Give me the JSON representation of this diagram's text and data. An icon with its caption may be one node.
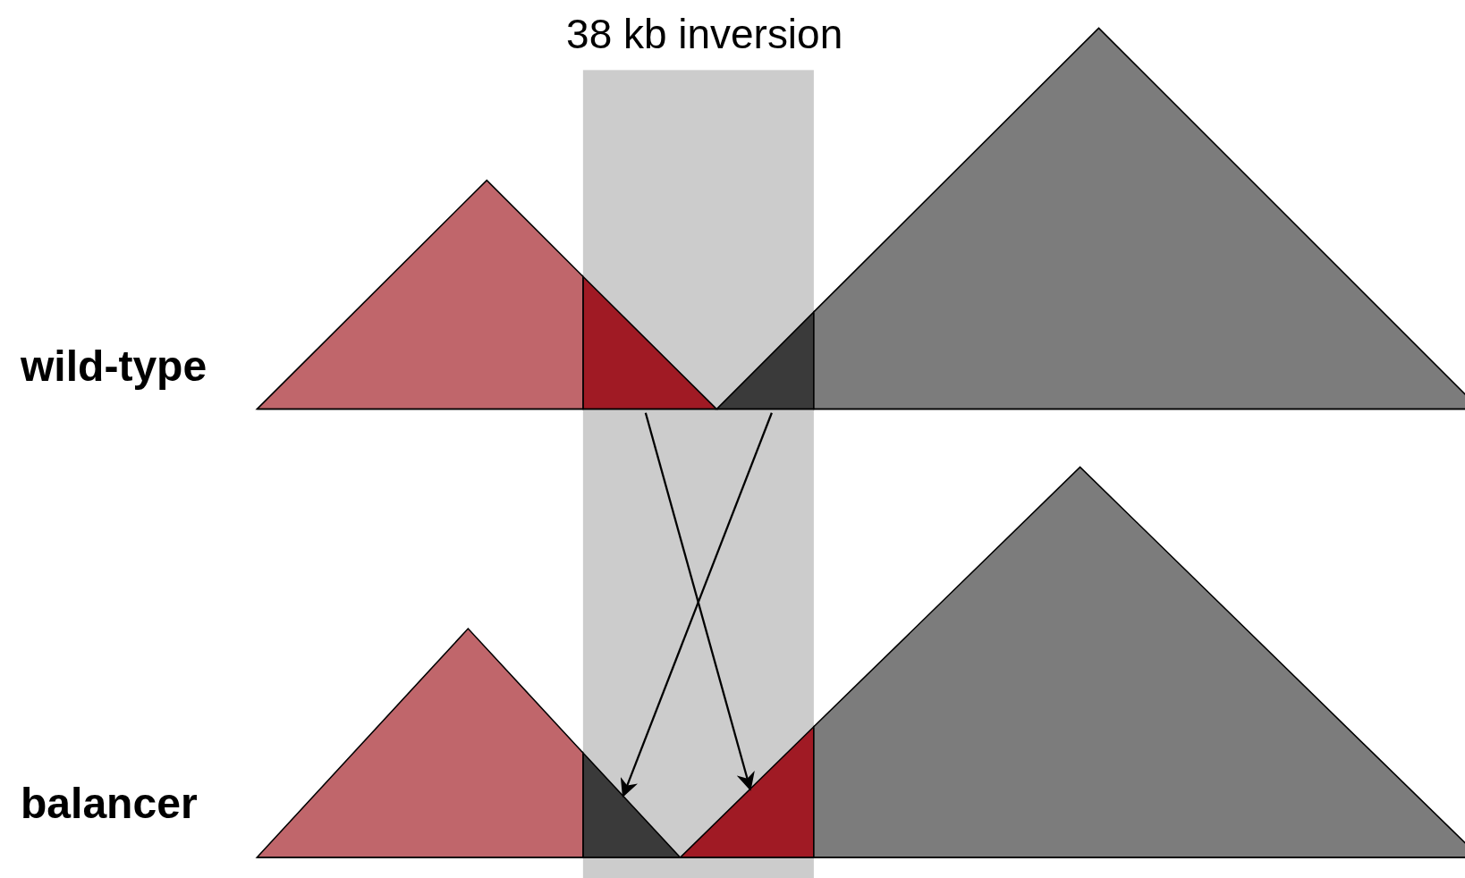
{
  "diagram": {
    "nodes": [
      {
        "text": [
          "38 kb inversion"
        ]
      },
      {
        "text": [],
        "shape": "triangle"
      },
      {
        "text": [],
        "shape": "triangle",
        "in": 0
      },
      {
        "text": [],
        "shape": "triangle",
        "in": 0
      },
      {
        "text": [],
        "shape": "triangle"
      },
      {
        "text": [],
        "shape": "triangle"
      },
      {
        "text": [],
        "shape": "triangle",
        "in": 0
      },
      {
        "text": [],
        "shape": "triangle",
        "in": 0
      },
      {
        "text": [],
        "shape": "triangle"
      }
    ],
    "edges": [
      {
        "from": 2,
        "to": 7,
        "arrow": "to"
      },
      {
        "from": 3,
        "to": 6,
        "arrow": "to"
      }
    ],
    "labels": [
      "wild-type",
      "balancer"
    ]
  }
}
